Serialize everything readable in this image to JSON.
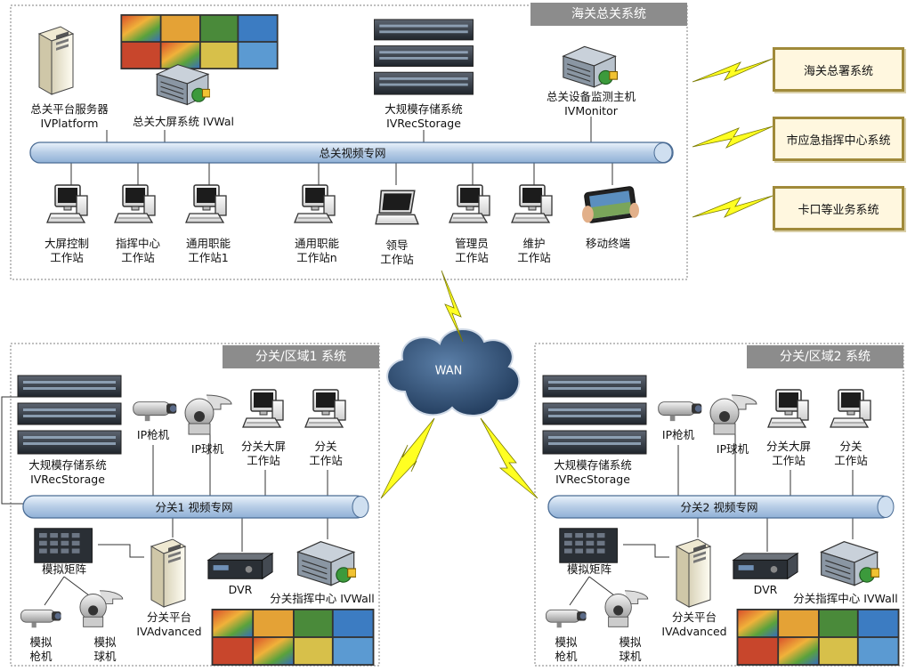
{
  "hq": {
    "header": "海关总关系统",
    "bus_label": "总关视频专网",
    "servers": {
      "platform": "总关平台服务器\nIVPlatform",
      "wall": "总关大屏系统 IVWal",
      "storage": "大规模存储系统\nIVRecStorage",
      "monitor": "总关设备监测主机\nIVMonitor"
    },
    "workstations": [
      "大屏控制\n工作站",
      "指挥中心\n工作站",
      "通用职能\n工作站1",
      "通用职能\n工作站n",
      "领导\n工作站",
      "管理员\n工作站",
      "维护\n工作站",
      "移动终端"
    ]
  },
  "external_systems": [
    "海关总署系统",
    "市应急指挥中心系统",
    "卡口等业务系统"
  ],
  "wan_label": "WAN",
  "branch1": {
    "header": "分关/区域1 系统",
    "bus_label": "分关1 视频专网",
    "storage": "大规模存储系统\nIVRecStorage",
    "ip_gun": "IP枪机",
    "ip_dome": "IP球机",
    "wall_ws": "分关大屏\n工作站",
    "ws": "分关\n工作站",
    "matrix": "模拟矩阵",
    "platform": "分关平台\nIVAdvanced",
    "dvr": "DVR",
    "wall": "分关指挥中心 IVWall",
    "analog_gun": "模拟\n枪机",
    "analog_dome": "模拟\n球机"
  },
  "branch2": {
    "header": "分关/区域2 系统",
    "bus_label": "分关2 视频专网",
    "storage": "大规模存储系统\nIVRecStorage",
    "ip_gun": "IP枪机",
    "ip_dome": "IP球机",
    "wall_ws": "分关大屏\n工作站",
    "ws": "分关\n工作站",
    "matrix": "模拟矩阵",
    "platform": "分关平台\nIVAdvanced",
    "dvr": "DVR",
    "wall": "分关指挥中心 IVWall",
    "analog_gun": "模拟\n枪机",
    "analog_dome": "模拟\n球机"
  }
}
